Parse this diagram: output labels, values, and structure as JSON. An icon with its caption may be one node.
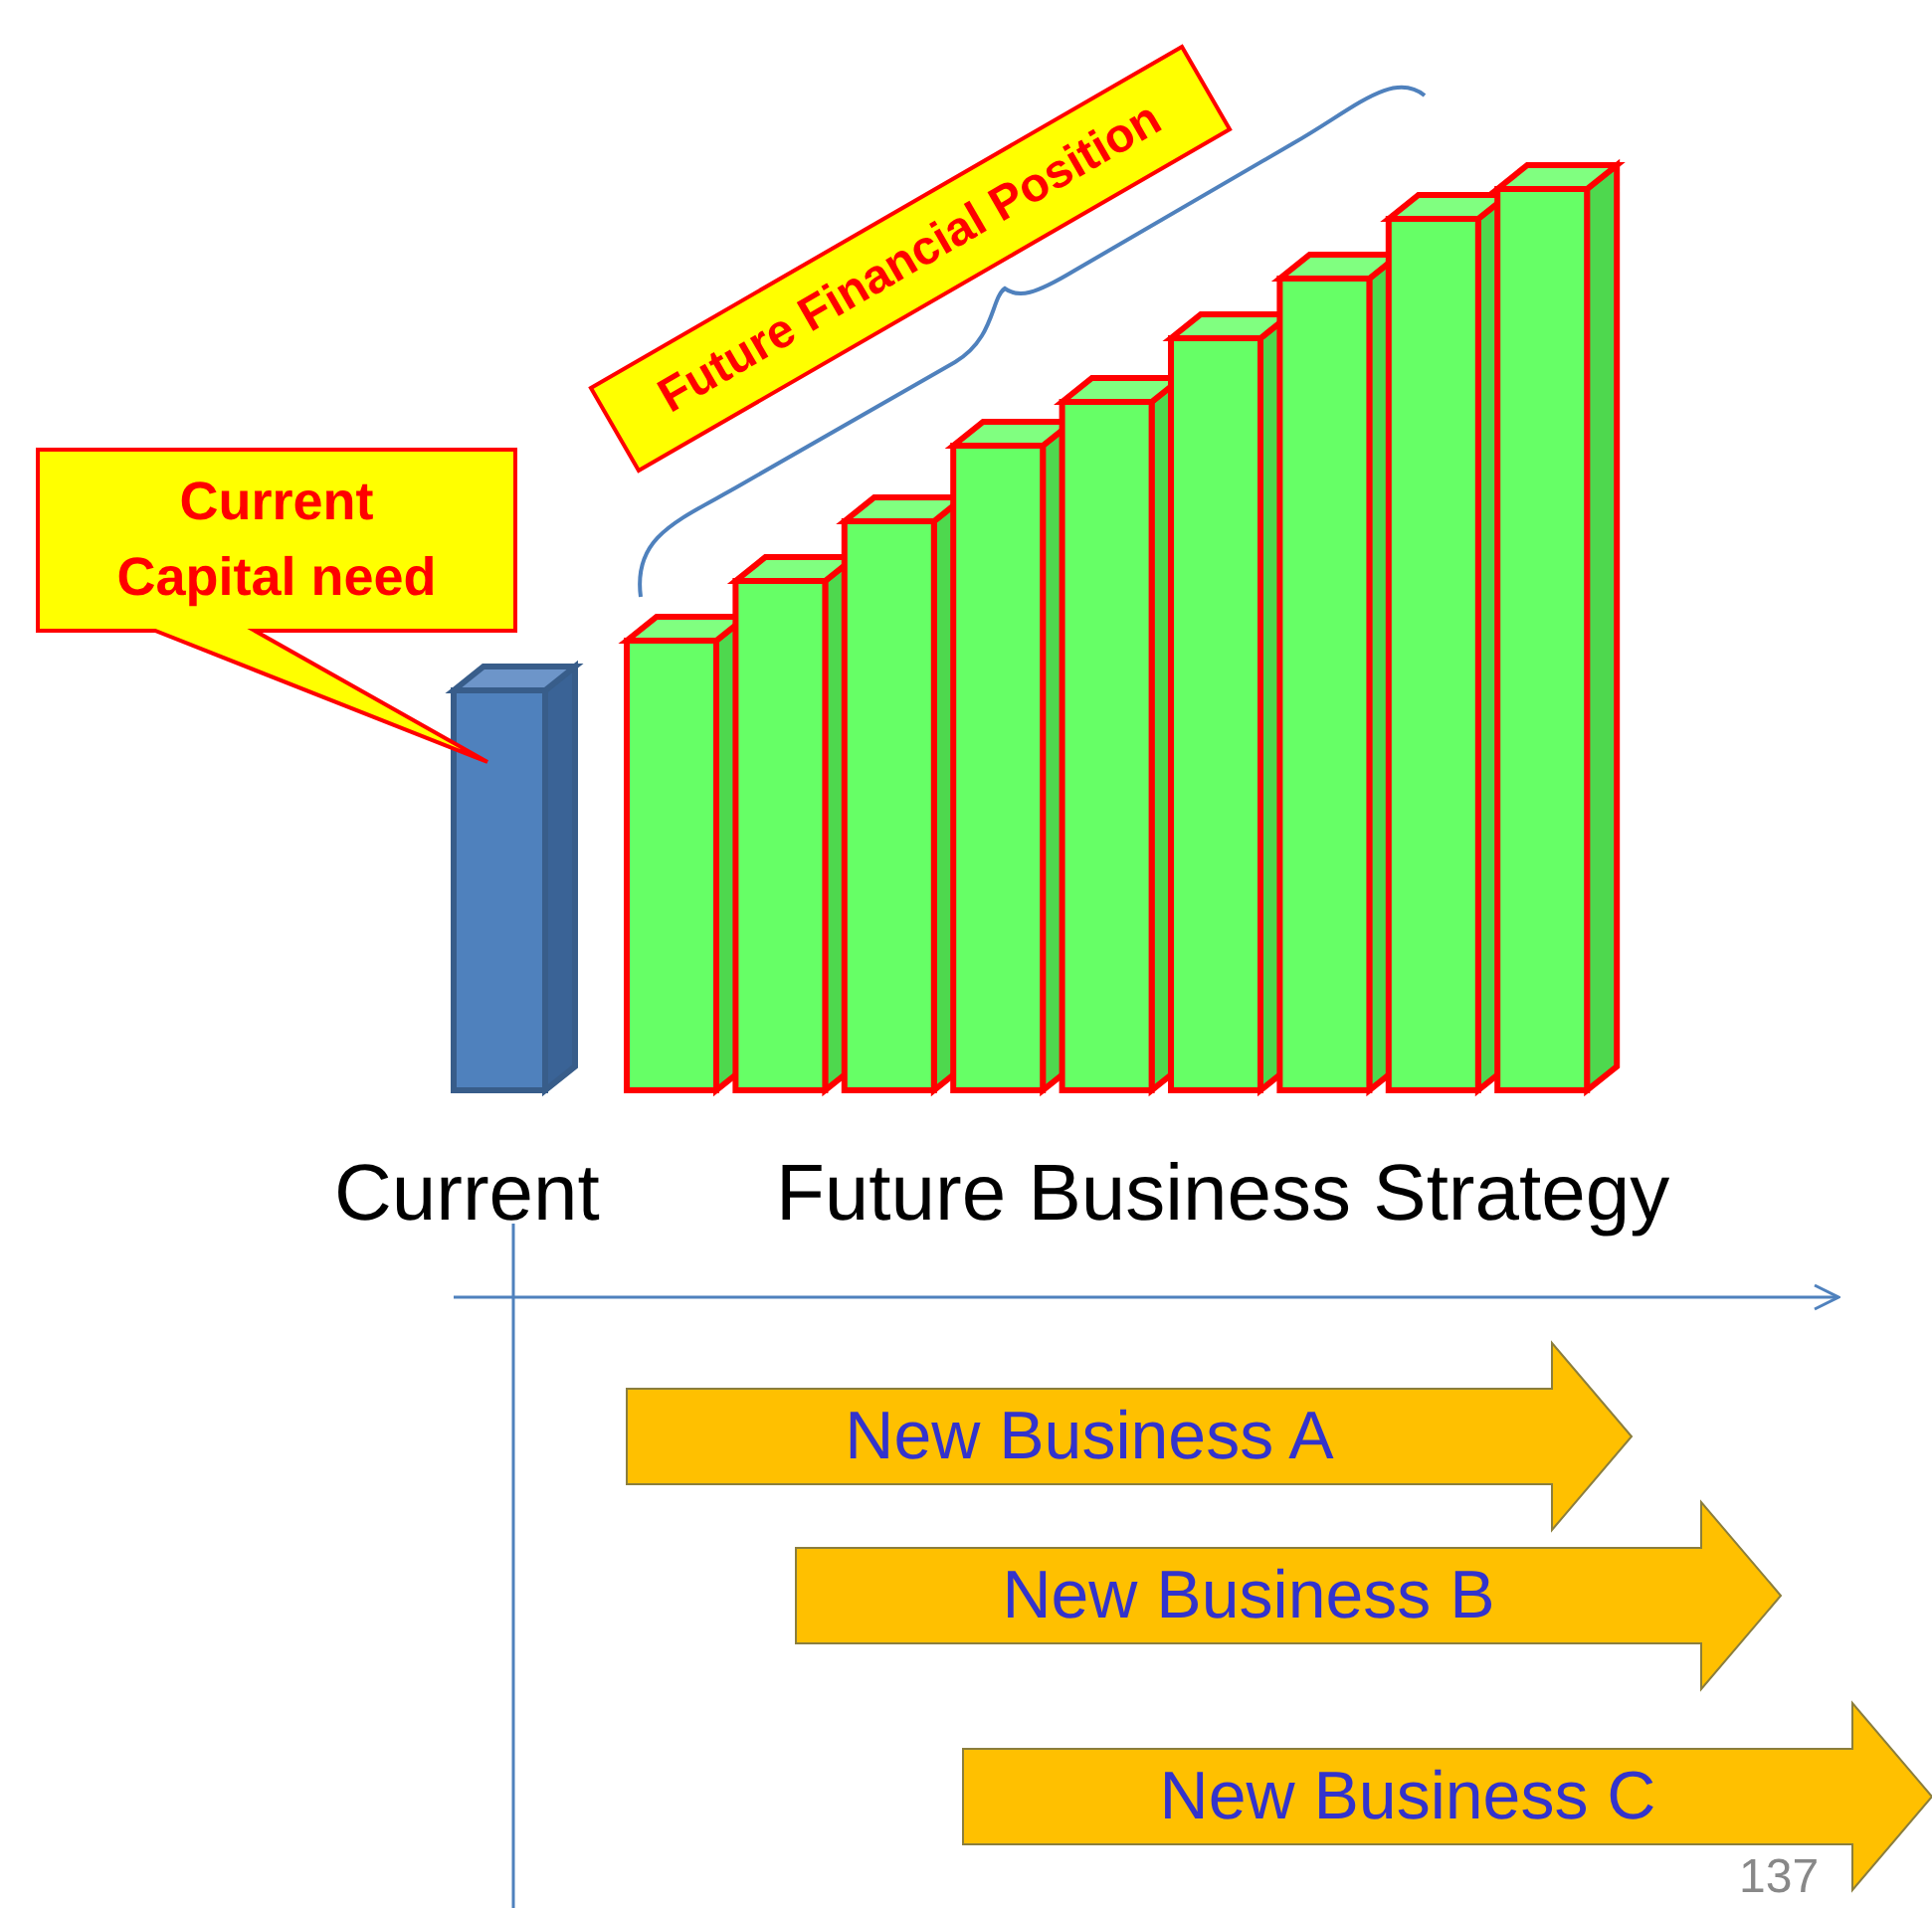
{
  "diagram": {
    "nodes": [
      {
        "text": [
          "Current Capital need"
        ]
      },
      {
        "text": [
          "Future Financial Position"
        ]
      },
      {
        "text": [
          "New Business A"
        ]
      },
      {
        "text": [
          "New Business B"
        ]
      },
      {
        "text": [
          "New Business C"
        ]
      }
    ],
    "labels": [
      "Current",
      "Future Business Strategy",
      "137"
    ]
  }
}
